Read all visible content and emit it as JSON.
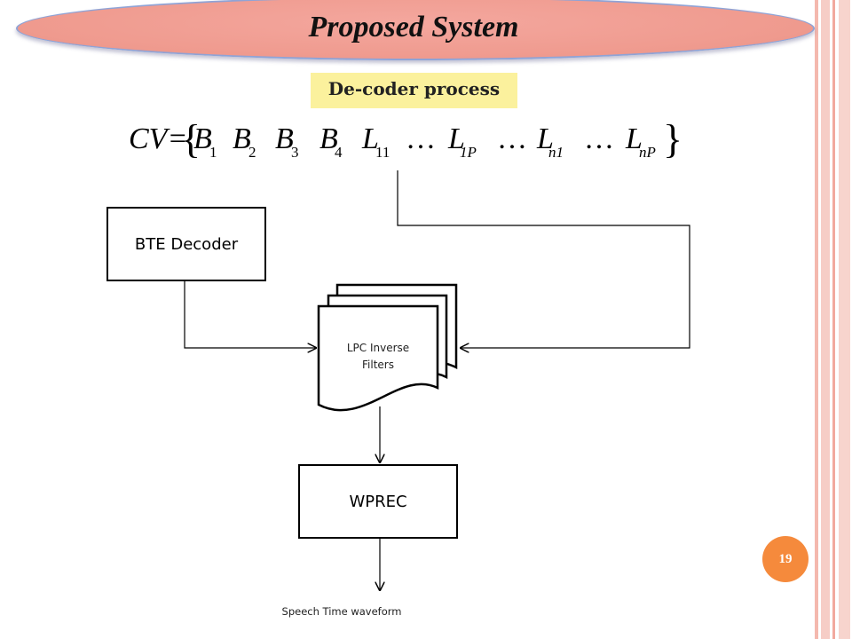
{
  "slide": {
    "title": "Proposed System",
    "subtitle": "De-coder process",
    "page_number": "19"
  },
  "equation": {
    "lhs": "CV=",
    "terms": [
      {
        "base": "B",
        "sub": "1"
      },
      {
        "base": "B",
        "sub": "2"
      },
      {
        "base": "B",
        "sub": "3"
      },
      {
        "base": "B",
        "sub": "4"
      },
      {
        "base": "L",
        "sub": "11"
      },
      {
        "base": "…",
        "sub": ""
      },
      {
        "base": "L",
        "sub": "1P"
      },
      {
        "base": "…",
        "sub": ""
      },
      {
        "base": "L",
        "sub": "n1"
      },
      {
        "base": "…",
        "sub": ""
      },
      {
        "base": "L",
        "sub": "nP"
      }
    ]
  },
  "diagram": {
    "bte_decoder": "BTE Decoder",
    "lpc_line1": "LPC Inverse",
    "lpc_line2": "Filters",
    "wprec": "WPREC",
    "output_label": "Speech Time waveform"
  },
  "colors": {
    "title_oval": "#ef9a8e",
    "subtitle_bg": "#fbf19d",
    "page_badge": "#f58a3c",
    "border_stripe": "#f2b3a9"
  }
}
